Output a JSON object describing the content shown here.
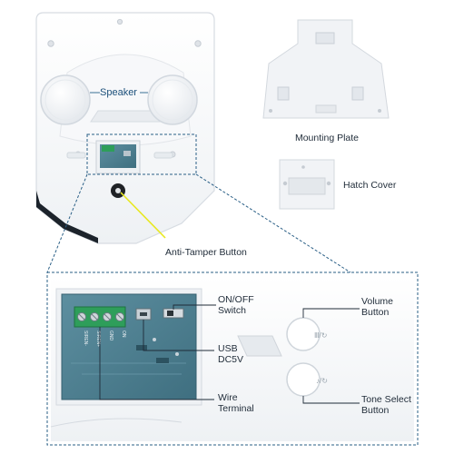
{
  "labels": {
    "speaker": "Speaker",
    "mounting_plate": "Mounting Plate",
    "hatch_cover": "Hatch Cover",
    "anti_tamper_button": "Anti-Tamper Button",
    "on_off_switch_line1": "ON/OFF",
    "on_off_switch_line2": "Switch",
    "usb_line1": "USB",
    "usb_line2": "DC5V",
    "wire_line1": "Wire",
    "wire_line2": "Terminal",
    "volume_line1": "Volume",
    "volume_line2": "Button",
    "tone_line1": "Tone Select",
    "tone_line2": "Button"
  },
  "terminal_marks": [
    "SIREN-",
    "SIREN+",
    "GND",
    "ON"
  ],
  "colors": {
    "device_body": "#f4f6f8",
    "device_edge": "#d9dde2",
    "dash": "#2a5f86",
    "pcb": "#4d7e8e",
    "terminal_green": "#2e9e5a",
    "pointer_yellow": "#e8e820",
    "leader": "#1f2b38"
  }
}
